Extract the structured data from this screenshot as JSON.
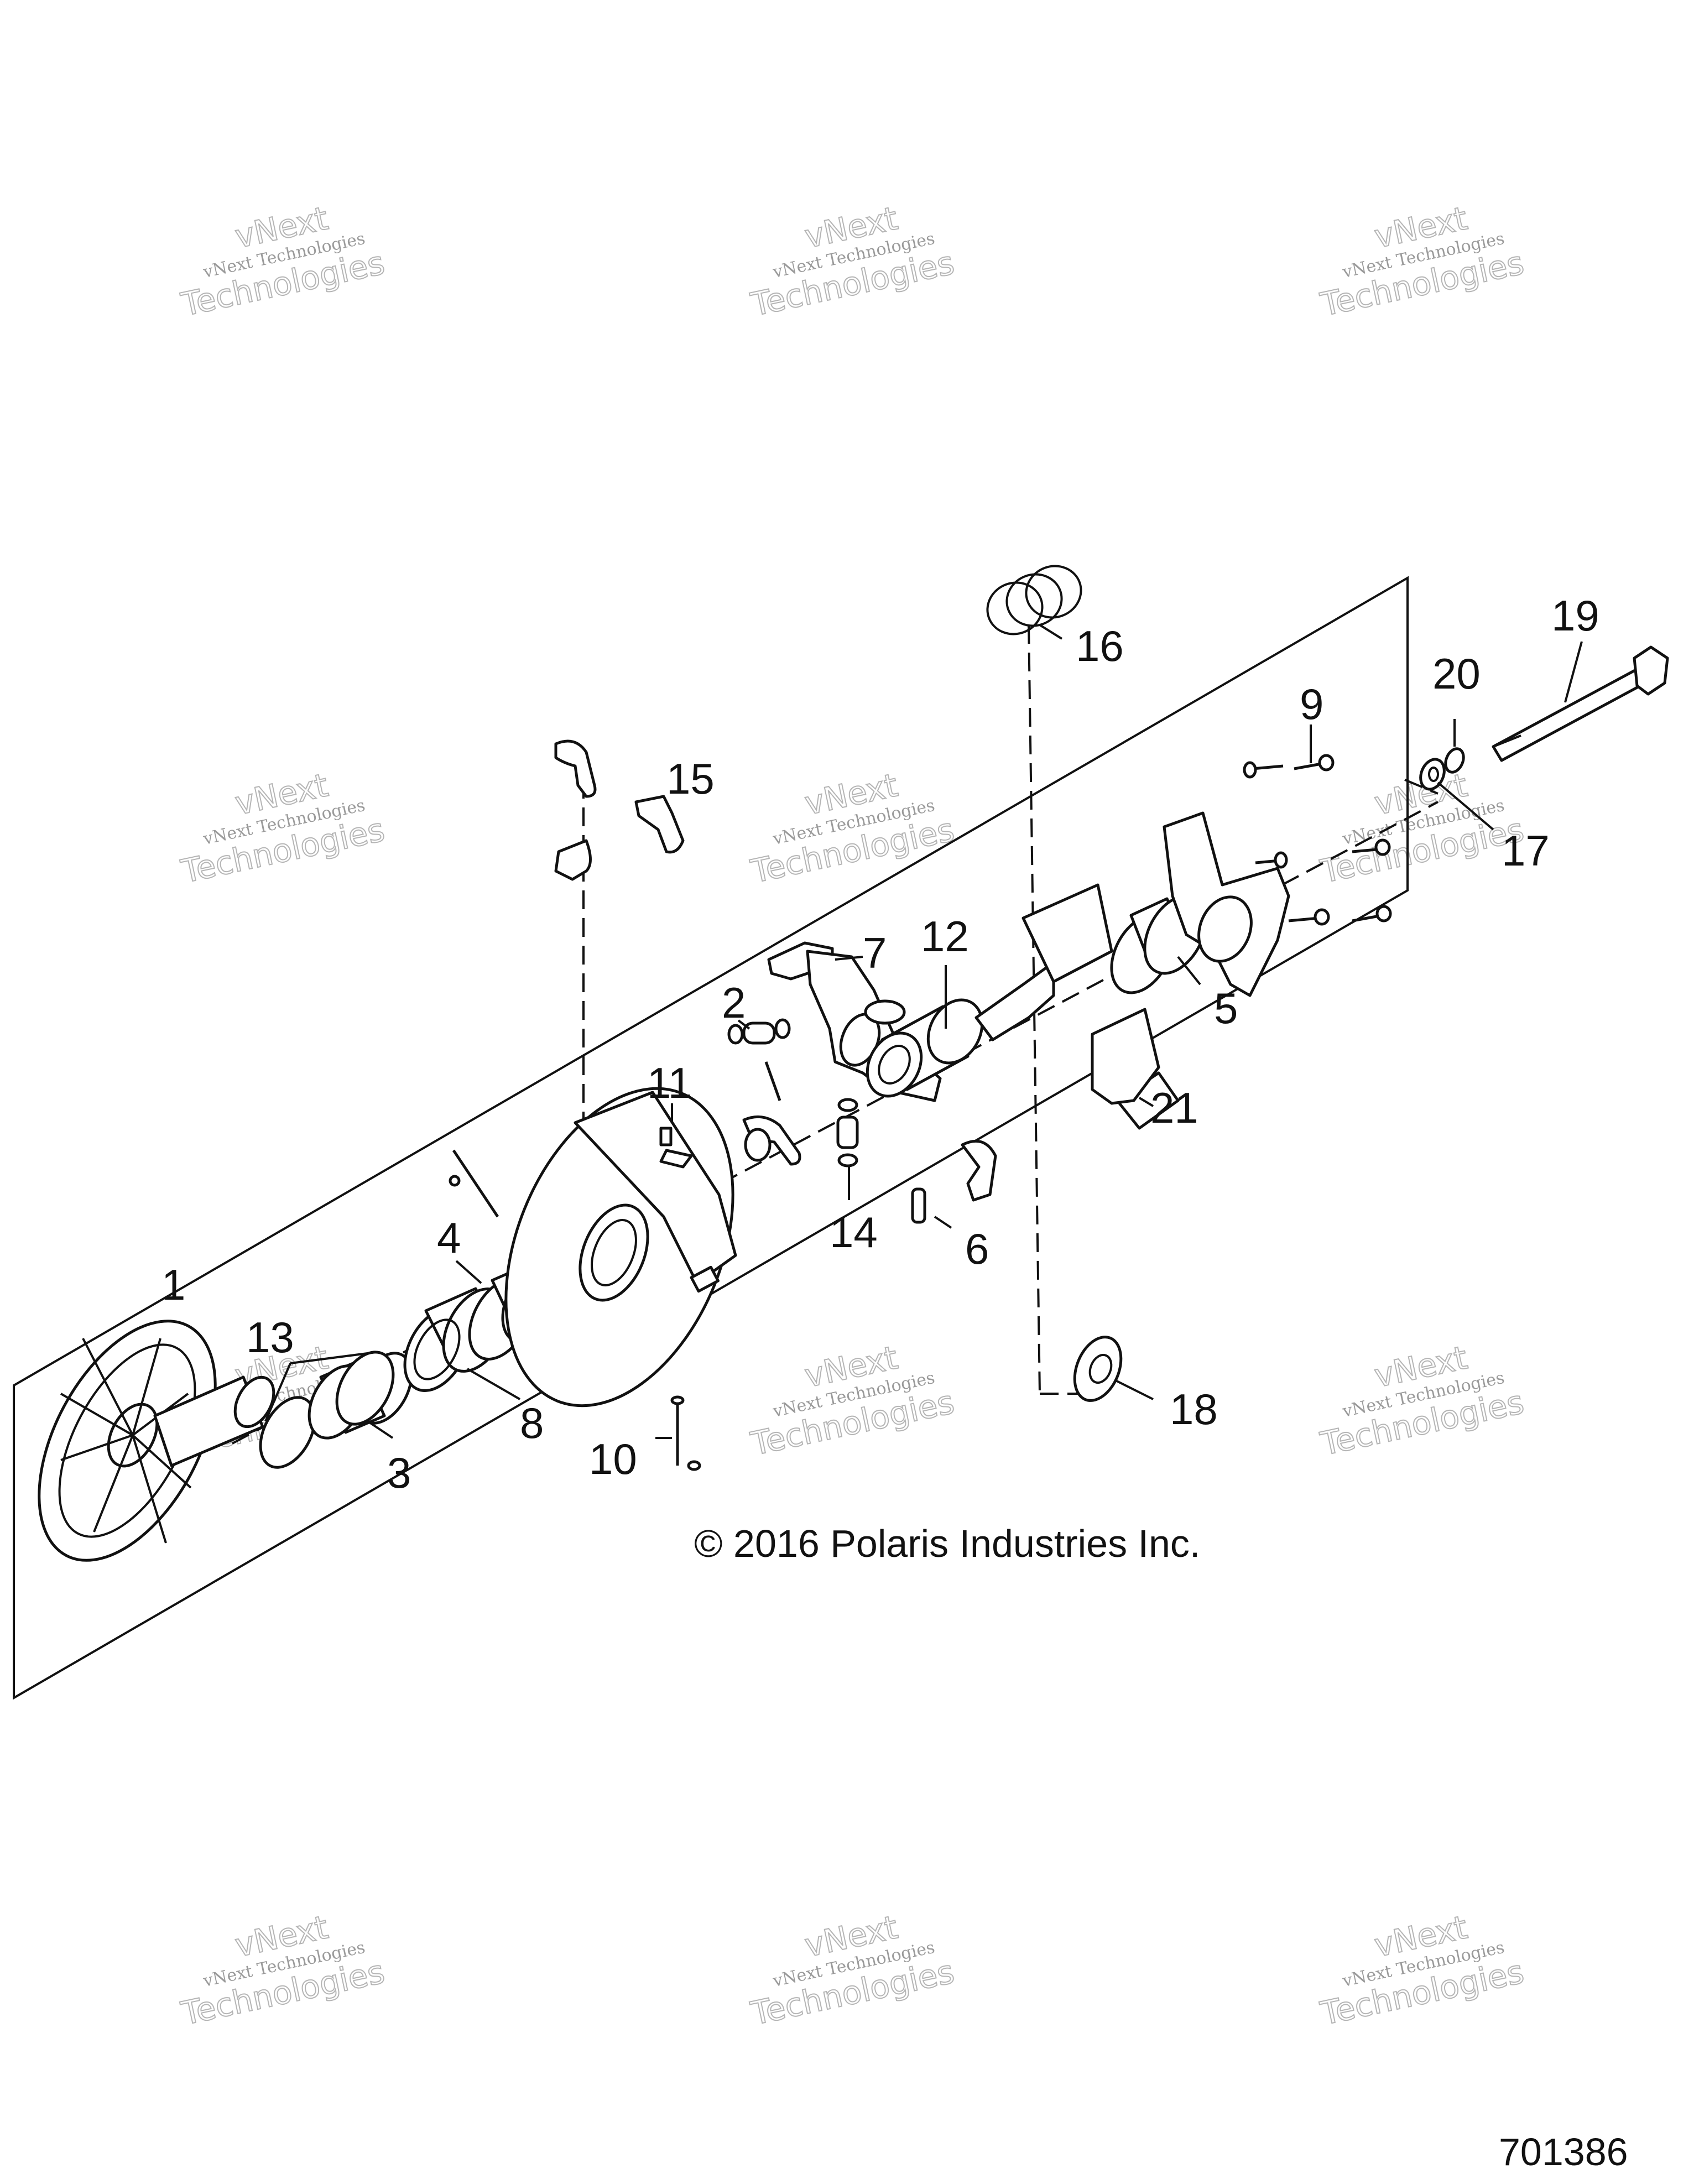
{
  "copyright": "© 2016 Polaris Industries Inc.",
  "figure_number": "701386",
  "watermark": {
    "line1": "vNext",
    "line2": "vNext Technologies",
    "line3": "Technologies"
  },
  "callouts": {
    "c1": "1",
    "c2": "2",
    "c3": "3",
    "c4": "4",
    "c5": "5",
    "c6": "6",
    "c7": "7",
    "c8": "8",
    "c9": "9",
    "c10": "10",
    "c11": "11",
    "c12": "12",
    "c13": "13",
    "c14": "14",
    "c15": "15",
    "c16": "16",
    "c17": "17",
    "c18": "18",
    "c19": "19",
    "c20": "20",
    "c21": "21"
  }
}
